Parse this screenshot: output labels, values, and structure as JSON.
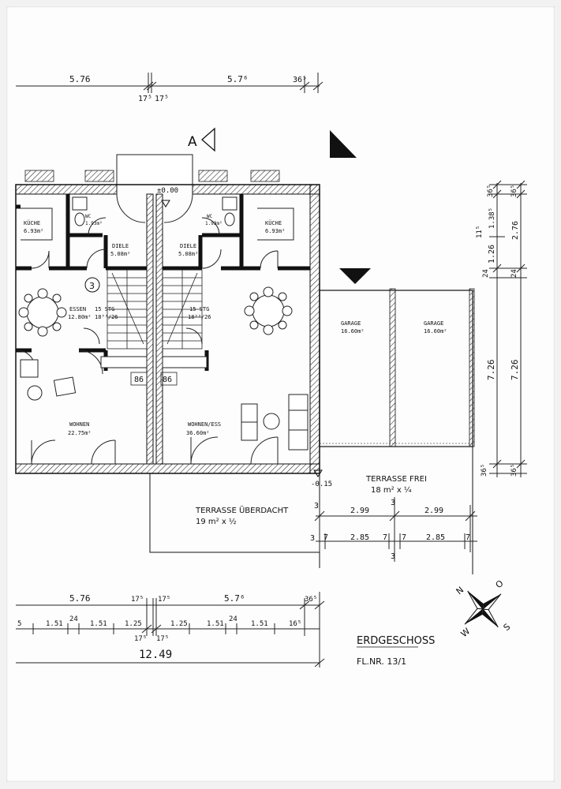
{
  "section_marker": "A",
  "elevation_top": "±0.00",
  "elevation_terrace": "-0.15",
  "house_number": "3",
  "top_dims": {
    "left": "5.76",
    "mid_a": "17⁵",
    "mid_b": "17⁵",
    "right": "5.7⁶",
    "end": "36⁵"
  },
  "rooms": {
    "kueche_l": {
      "name": "KÜCHE",
      "area": "6.93m²"
    },
    "kueche_r": {
      "name": "KÜCHE",
      "area": "6.93m²"
    },
    "wc_l": {
      "name": "WC",
      "area": "1.93m²"
    },
    "wc_r": {
      "name": "WC",
      "area": "1.93m²"
    },
    "diele_l": {
      "name": "DIELE",
      "area": "5.08m²"
    },
    "diele_r": {
      "name": "DIELE",
      "area": "5.08m²"
    },
    "essen": {
      "name": "ESSEN",
      "area": "12.80m²"
    },
    "stair_l": {
      "line1": "15 STG",
      "line2": "18³³/26"
    },
    "stair_r": {
      "line1": "15 STG",
      "line2": "18³³/26"
    },
    "wohnen": {
      "name": "WOHNEN",
      "area": "22.75m²"
    },
    "wohnen_ess": {
      "name": "WOHNEN/ESS",
      "area": "36.60m²"
    },
    "garage_l": {
      "name": "GARAGE",
      "area": "16.60m²"
    },
    "garage_r": {
      "name": "GARAGE",
      "area": "16.60m²"
    },
    "door_l": "86",
    "door_r": "86"
  },
  "terrace_covered": {
    "title": "TERRASSE ÜBERDACHT",
    "area": "19 m² x ½"
  },
  "terrace_free": {
    "title": "TERRASSE FREI",
    "area": "18 m² x ¼"
  },
  "terrace_dims": {
    "row1_a": "2.99",
    "row1_b": "2.99",
    "row2_a": "2.85",
    "row2_b": "2.85",
    "t3_a": "3",
    "t3_b": "3",
    "t3_c": "3",
    "t3_d": "3",
    "s7_a": "7",
    "s7_b": "7",
    "s7_c": "7",
    "s7_d": "7"
  },
  "right_dims": {
    "a": "36⁵",
    "b": "36⁵",
    "c": "1.38⁵",
    "d": "2.76",
    "e": "11⁵",
    "f": "1.26",
    "g": "24",
    "h": "24",
    "i": "7.26",
    "j": "7.26",
    "k": "36⁵",
    "l": "36⁵"
  },
  "bottom_dims": {
    "row1": [
      "5.76",
      "17⁵",
      "17⁵",
      "5.7⁶",
      "36⁵"
    ],
    "row2": [
      "5",
      "1.51",
      "24",
      "1.51",
      "1.25",
      "1.25",
      "1.51",
      "24",
      "1.51",
      "16⁵"
    ],
    "row3": [
      "17⁵",
      "17⁵"
    ],
    "total": "12.49"
  },
  "compass": {
    "n": "N",
    "o": "O",
    "s": "S",
    "w": "W"
  },
  "title": "ERDGESCHOSS",
  "plot": "FL.NR. 13/1"
}
